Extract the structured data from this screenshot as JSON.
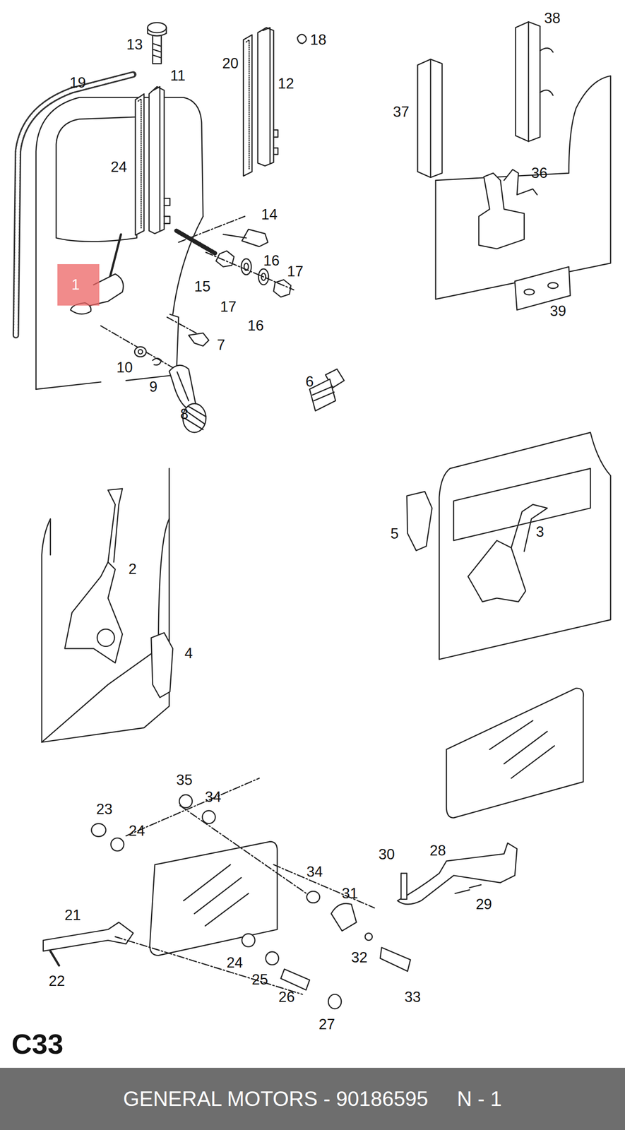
{
  "diagram": {
    "nodes": [
      {
        "text": [
          "1"
        ]
      },
      {
        "text": [
          "GENERAL MOTORS - 90186595     N - 1"
        ]
      }
    ],
    "labels": [
      "13",
      "11",
      "19",
      "18",
      "38",
      "20",
      "12",
      "37",
      "24",
      "36",
      "14",
      "16",
      "17",
      "15",
      "17",
      "16",
      "39",
      "7",
      "10",
      "9",
      "6",
      "8",
      "2",
      "5",
      "3",
      "4",
      "35",
      "34",
      "23",
      "24",
      "30",
      "28",
      "34",
      "31",
      "21",
      "29",
      "32",
      "24",
      "25",
      "26",
      "33",
      "22",
      "27",
      "C33"
    ]
  }
}
